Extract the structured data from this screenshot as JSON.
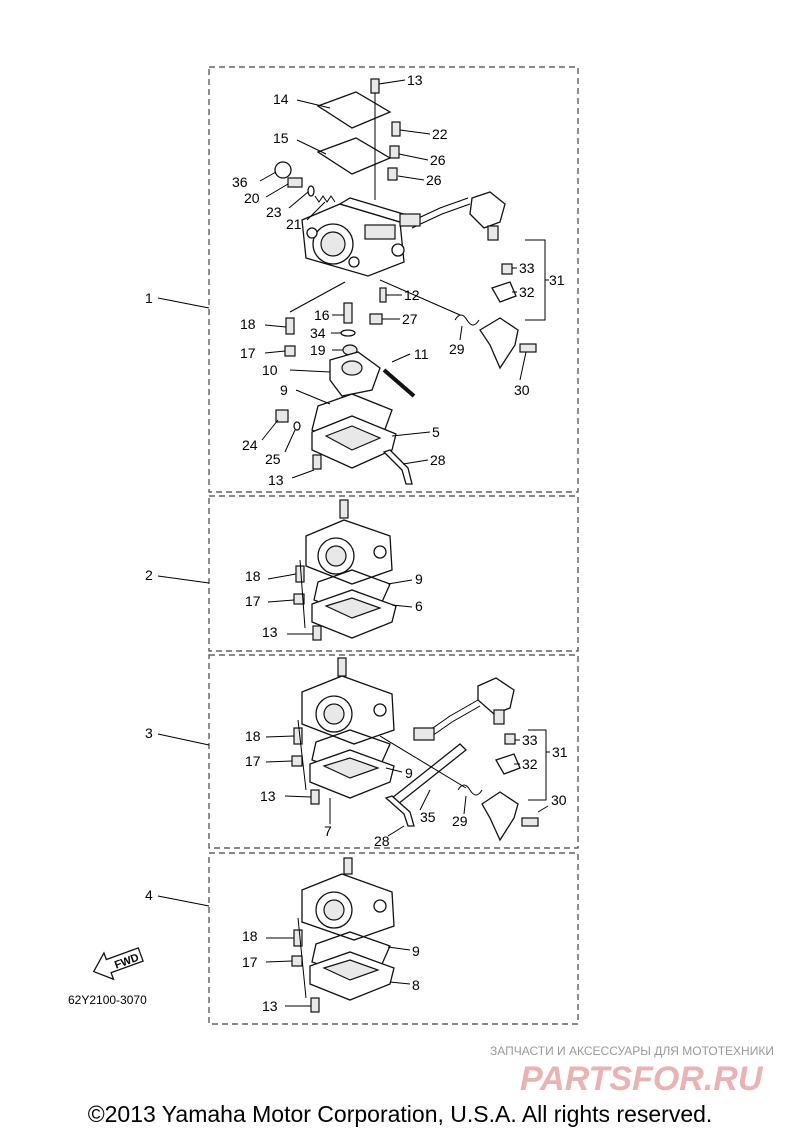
{
  "sections": [
    {
      "id": "1",
      "label": "1"
    },
    {
      "id": "2",
      "label": "2"
    },
    {
      "id": "3",
      "label": "3"
    },
    {
      "id": "4",
      "label": "4"
    }
  ],
  "callouts": {
    "s1": [
      "13",
      "14",
      "22",
      "15",
      "26",
      "36",
      "26",
      "20",
      "23",
      "21",
      "12",
      "31",
      "33",
      "32",
      "1",
      "16",
      "27",
      "18",
      "34",
      "29",
      "17",
      "19",
      "11",
      "10",
      "30",
      "9",
      "5",
      "24",
      "25",
      "28",
      "13"
    ],
    "s2": [
      "18",
      "9",
      "17",
      "6",
      "13"
    ],
    "s3": [
      "33",
      "31",
      "18",
      "32",
      "17",
      "9",
      "30",
      "13",
      "35",
      "29",
      "7",
      "28"
    ],
    "s4": [
      "18",
      "9",
      "17",
      "8",
      "13"
    ]
  },
  "fwd_label": "FWD",
  "diagram_code": "62Y2100-3070",
  "watermark": {
    "line1": "ЗАПЧАСТИ И АКСЕССУАРЫ ДЛЯ МОТОТЕХНИКИ",
    "line2": "PARTSFOR.RU"
  },
  "copyright": "©2013 Yamaha Motor Corporation, U.S.A. All rights reserved."
}
